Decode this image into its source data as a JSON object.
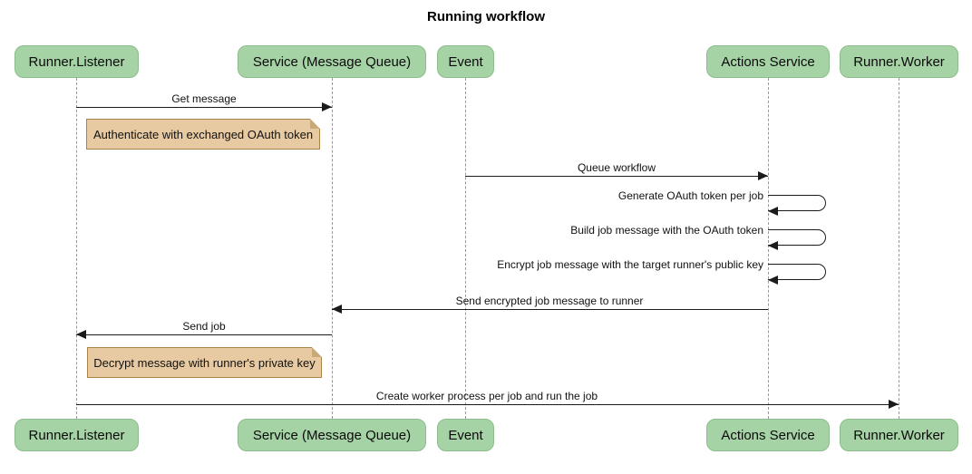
{
  "title": "Running workflow",
  "colors": {
    "actor_fill": "#a5d3a5",
    "actor_border": "#8cbc8c",
    "note_fill": "#e8caa2",
    "note_border": "#aa8549",
    "lifeline": "#999999",
    "arrow": "#1b1b1b",
    "background": "#ffffff"
  },
  "participants": [
    {
      "label": "Runner.Listener"
    },
    {
      "label": "Service (Message Queue)"
    },
    {
      "label": "Event"
    },
    {
      "label": "Actions Service"
    },
    {
      "label": "Runner.Worker"
    }
  ],
  "messages": [
    {
      "from": "Runner.Listener",
      "to": "Service (Message Queue)",
      "type": "arrow-right",
      "text": "Get message"
    },
    {
      "from": "Event",
      "to": "Actions Service",
      "type": "arrow-right",
      "text": "Queue workflow"
    },
    {
      "from": "Actions Service",
      "to": "Actions Service",
      "type": "self-loop",
      "text": "Generate OAuth token per job"
    },
    {
      "from": "Actions Service",
      "to": "Actions Service",
      "type": "self-loop",
      "text": "Build job message with the OAuth token"
    },
    {
      "from": "Actions Service",
      "to": "Actions Service",
      "type": "self-loop",
      "text": "Encrypt job message with the target runner's public key"
    },
    {
      "from": "Actions Service",
      "to": "Service (Message Queue)",
      "type": "arrow-left",
      "text": "Send encrypted job message to runner"
    },
    {
      "from": "Service (Message Queue)",
      "to": "Runner.Listener",
      "type": "arrow-left",
      "text": "Send job"
    },
    {
      "from": "Runner.Listener",
      "to": "Runner.Worker",
      "type": "arrow-right",
      "text": "Create worker process per job and run the job"
    }
  ],
  "notes": [
    {
      "over": "Runner.Listener, Service (Message Queue)",
      "text": "Authenticate with exchanged OAuth token"
    },
    {
      "over": "Runner.Listener, Service (Message Queue)",
      "text": "Decrypt message with runner's private key"
    }
  ]
}
